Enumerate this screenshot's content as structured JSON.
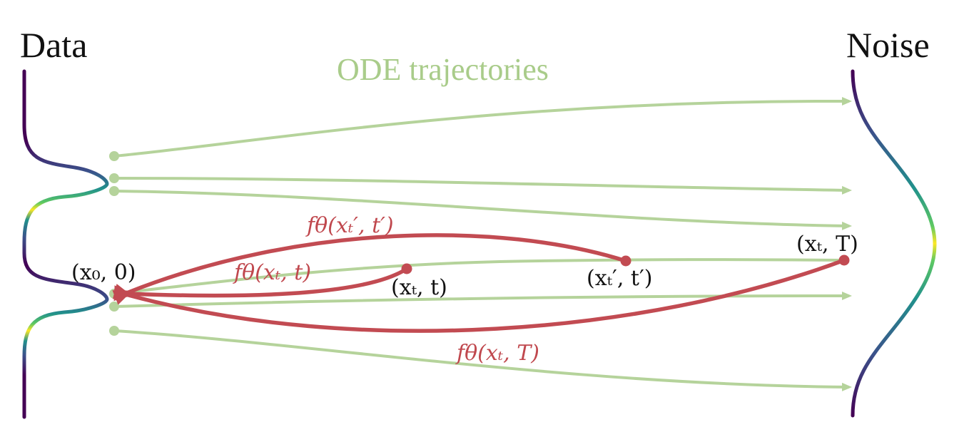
{
  "labels": {
    "data": "Data",
    "noise": "Noise",
    "ode_trajectories": "ODE trajectories"
  },
  "points": {
    "x0": "(x₀, 0)",
    "xt": "(xₜ, t)",
    "xt_prime": "(xₜ′, t′)",
    "xT": "(xₜ, T)"
  },
  "functions": {
    "f_xt": "fθ(xₜ, t)",
    "f_xt_prime": "fθ(xₜ′, t′)",
    "f_xT": "fθ(xₜ, T)"
  },
  "colors": {
    "trajectory": "#b5d39b",
    "consistency": "#c24b52",
    "text": "#111111"
  }
}
